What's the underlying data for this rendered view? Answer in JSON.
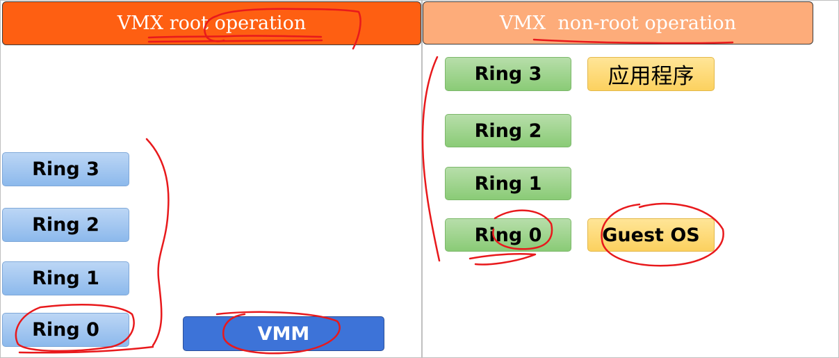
{
  "root": {
    "header": "VMX root operation",
    "rings": [
      "Ring 3",
      "Ring 2",
      "Ring 1",
      "Ring 0"
    ],
    "vmm": "VMM"
  },
  "nonroot": {
    "header": "VMX  non-root operation",
    "rings": [
      "Ring 3",
      "Ring 2",
      "Ring 1",
      "Ring 0"
    ],
    "app_label": "应用程序",
    "guest_label": "Guest OS"
  },
  "colors": {
    "root_header": "#fe5f12",
    "nonroot_header": "#fdac7a",
    "ring_blue": "#a3c6f1",
    "ring_green": "#a3d594",
    "label_gold": "#fddc7a",
    "vmm_blue": "#3d73d8",
    "annotation_red": "#e8191c"
  }
}
